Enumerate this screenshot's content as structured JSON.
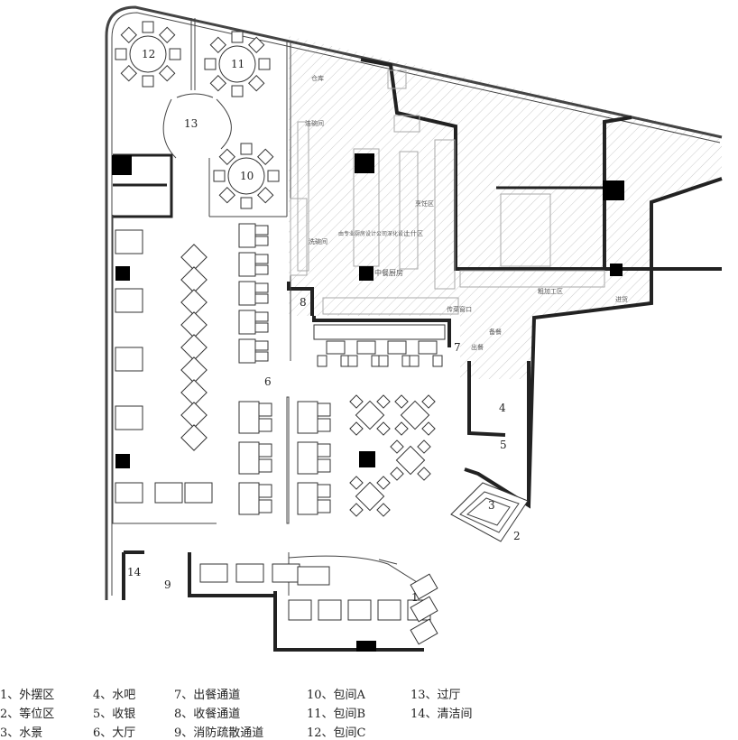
{
  "room_numbers": {
    "r1": "1",
    "r2": "2",
    "r3": "3",
    "r4": "4",
    "r5": "5",
    "r6": "6",
    "r7": "7",
    "r8": "8",
    "r9": "9",
    "r10": "10",
    "r11": "11",
    "r12": "12",
    "r13": "13",
    "r14": "14"
  },
  "kitchen_labels": {
    "storage": "仓库",
    "clean_dish": "洁碗间",
    "wash_dish": "洗碗间",
    "cooking": "烹饪区",
    "prep": "上什区",
    "chinese_kitchen": "中餐厨房",
    "design_note": "由专业厨房设计公司深化设计",
    "pass_window": "传菜窗口",
    "rough_processing": "粗加工区",
    "receiving": "进货",
    "serving_prep": "备餐",
    "serving_out": "出餐"
  },
  "legend": [
    "1、外摆区",
    "2、等位区",
    "3、水景",
    "4、水吧",
    "5、收银",
    "6、大厅",
    "7、出餐通道",
    "8、收餐通道",
    "9、消防疏散通道",
    "10、包间A",
    "11、包间B",
    "12、包间C",
    "13、过厅",
    "14、清洁间"
  ],
  "colors": {
    "wall": "#222222",
    "hatch": "#bbbbbb",
    "column": "#000000"
  }
}
